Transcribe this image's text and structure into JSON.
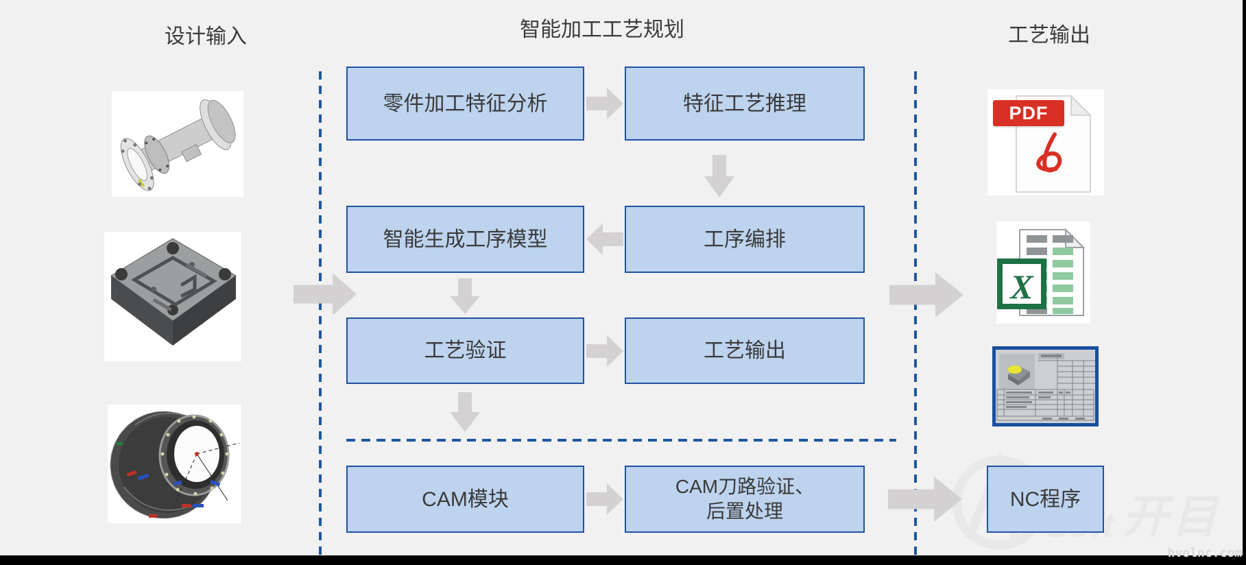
{
  "page": {
    "background": "#F1F1F1",
    "bottom_bar_color": "#000000"
  },
  "headers": {
    "left": "设计输入",
    "center": "智能加工工艺规划",
    "right": "工艺输出"
  },
  "flow": {
    "box_fill": "#BDD3EE",
    "box_border": "#1F53A0",
    "dash_color": "#1E56A0",
    "arrow_color": "#D3D1D1",
    "boxes": [
      {
        "label": "零件加工特征分析"
      },
      {
        "label": "特征工艺推理"
      },
      {
        "label": "智能生成工序模型"
      },
      {
        "label": "工序编排"
      },
      {
        "label": "工艺验证"
      },
      {
        "label": "工艺输出"
      },
      {
        "label": "CAM模块"
      },
      {
        "line1": "CAM刀路验证、",
        "line2": "后置处理"
      }
    ],
    "nc_label": "NC程序"
  },
  "input_images": {
    "items": [
      "shaft-part-image",
      "plate-part-image",
      "casing-part-image"
    ]
  },
  "output_icons": {
    "pdf_label": "PDF",
    "excel_letter": "X",
    "pdf_red": "#D93025",
    "excel_green": "#1E7145",
    "card_border_blue": "#1A4FA0"
  },
  "watermark": {
    "logo_soft": "Soft",
    "logo_kaimu": "开目",
    "site_text": "hvolnc.com"
  }
}
